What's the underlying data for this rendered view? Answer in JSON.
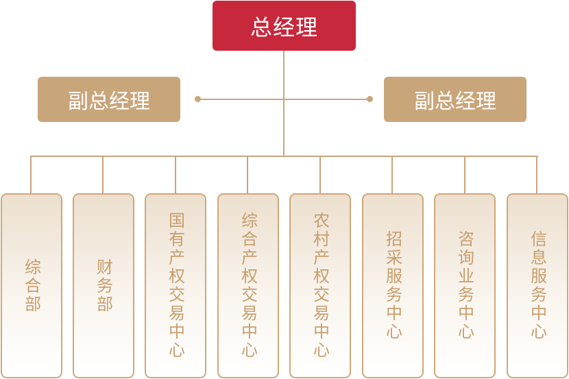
{
  "general_manager": "总经理",
  "deputy_managers": [
    "副总经理",
    "副总经理"
  ],
  "departments": [
    "综合部",
    "财务部",
    "国有产权交易中心",
    "综合产权交易中心",
    "农村产权交易中心",
    "招采服务中心",
    "咨询业务中心",
    "信息服务中心"
  ],
  "colors": {
    "primary": "#c8283c",
    "accent": "#c9a57a",
    "line": "#c9a57c",
    "text": "#c79e6c"
  }
}
